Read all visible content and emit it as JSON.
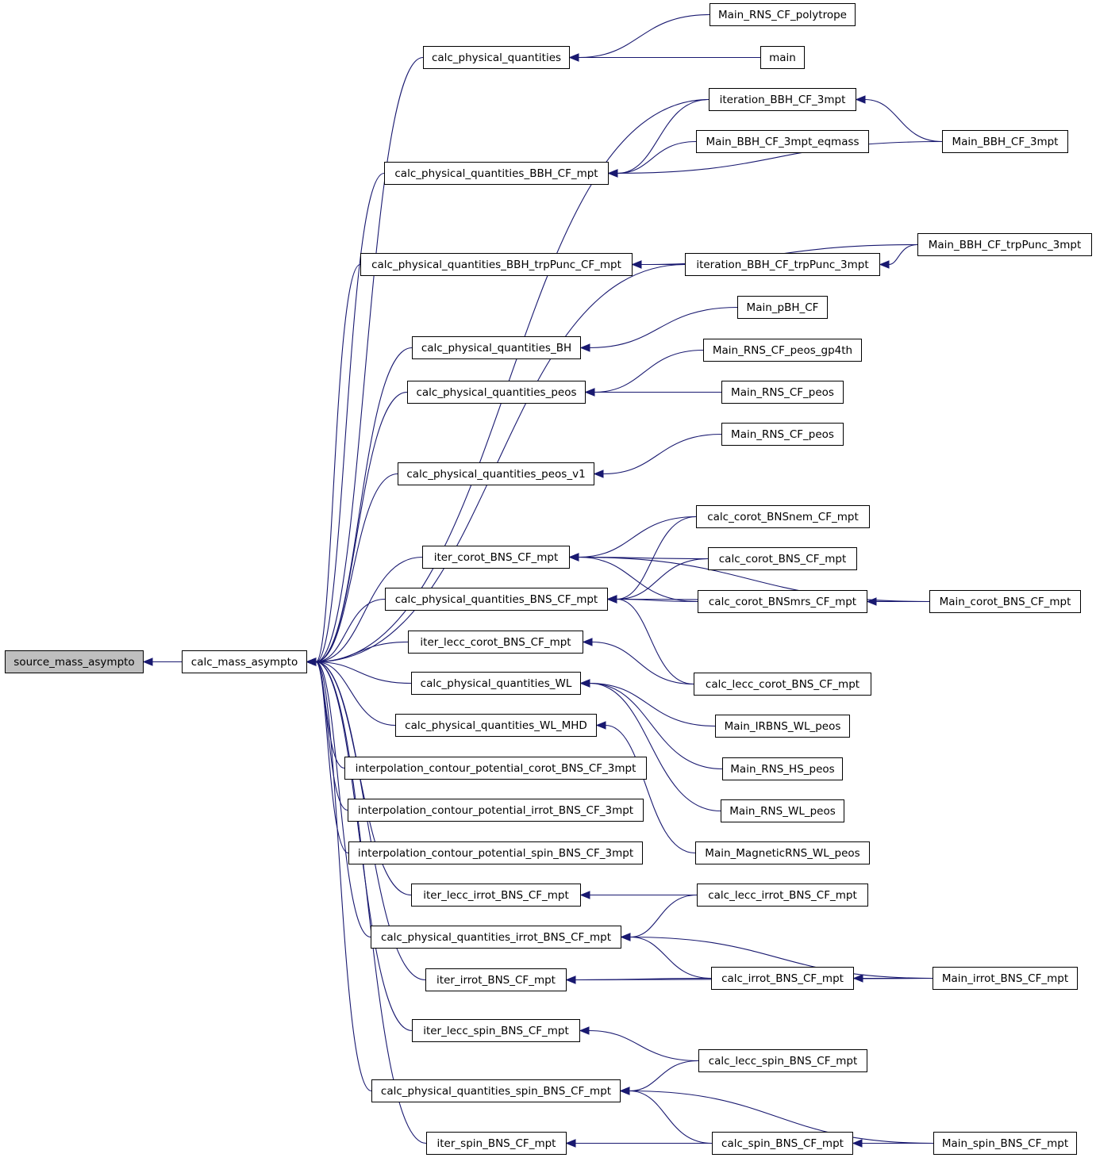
{
  "edge_color": "#191970",
  "root_fill": "#bfbfbf",
  "nodes": {
    "source_mass_asympto": "source_mass_asympto",
    "calc_mass_asympto": "calc_mass_asympto",
    "calc_physical_quantities": "calc_physical_quantities",
    "calc_physical_quantities_BBH_CF_mpt": "calc_physical_quantities_BBH_CF_mpt",
    "calc_physical_quantities_BBH_trpPunc_CF_mpt": "calc_physical_quantities_BBH_trpPunc_CF_mpt",
    "calc_physical_quantities_BH": "calc_physical_quantities_BH",
    "calc_physical_quantities_peos": "calc_physical_quantities_peos",
    "calc_physical_quantities_peos_v1": "calc_physical_quantities_peos_v1",
    "iter_corot_BNS_CF_mpt": "iter_corot_BNS_CF_mpt",
    "calc_physical_quantities_BNS_CF_mpt": "calc_physical_quantities_BNS_CF_mpt",
    "iter_lecc_corot_BNS_CF_mpt": "iter_lecc_corot_BNS_CF_mpt",
    "calc_physical_quantities_WL": "calc_physical_quantities_WL",
    "calc_physical_quantities_WL_MHD": "calc_physical_quantities_WL_MHD",
    "interpolation_contour_potential_corot_BNS_CF_3mpt": "interpolation_contour_potential_corot_BNS_CF_3mpt",
    "interpolation_contour_potential_irrot_BNS_CF_3mpt": "interpolation_contour_potential_irrot_BNS_CF_3mpt",
    "interpolation_contour_potential_spin_BNS_CF_3mpt": "interpolation_contour_potential_spin_BNS_CF_3mpt",
    "iter_lecc_irrot_BNS_CF_mpt": "iter_lecc_irrot_BNS_CF_mpt",
    "calc_physical_quantities_irrot_BNS_CF_mpt": "calc_physical_quantities_irrot_BNS_CF_mpt",
    "iter_irrot_BNS_CF_mpt": "iter_irrot_BNS_CF_mpt",
    "iter_lecc_spin_BNS_CF_mpt": "iter_lecc_spin_BNS_CF_mpt",
    "calc_physical_quantities_spin_BNS_CF_mpt": "calc_physical_quantities_spin_BNS_CF_mpt",
    "iter_spin_BNS_CF_mpt": "iter_spin_BNS_CF_mpt",
    "Main_RNS_CF_polytrope": "Main_RNS_CF_polytrope",
    "main": "main",
    "iteration_BBH_CF_3mpt": "iteration_BBH_CF_3mpt",
    "Main_BBH_CF_3mpt_eqmass": "Main_BBH_CF_3mpt_eqmass",
    "iteration_BBH_CF_trpPunc_3mpt": "iteration_BBH_CF_trpPunc_3mpt",
    "Main_pBH_CF": "Main_pBH_CF",
    "Main_RNS_CF_peos_gp4th": "Main_RNS_CF_peos_gp4th",
    "Main_RNS_CF_peos_a": "Main_RNS_CF_peos",
    "Main_RNS_CF_peos_b": "Main_RNS_CF_peos",
    "calc_corot_BNSnem_CF_mpt": "calc_corot_BNSnem_CF_mpt",
    "calc_corot_BNS_CF_mpt": "calc_corot_BNS_CF_mpt",
    "calc_corot_BNSmrs_CF_mpt": "calc_corot_BNSmrs_CF_mpt",
    "calc_lecc_corot_BNS_CF_mpt": "calc_lecc_corot_BNS_CF_mpt",
    "Main_IRBNS_WL_peos": "Main_IRBNS_WL_peos",
    "Main_RNS_HS_peos": "Main_RNS_HS_peos",
    "Main_RNS_WL_peos": "Main_RNS_WL_peos",
    "Main_MagneticRNS_WL_peos": "Main_MagneticRNS_WL_peos",
    "calc_lecc_irrot_BNS_CF_mpt": "calc_lecc_irrot_BNS_CF_mpt",
    "calc_irrot_BNS_CF_mpt": "calc_irrot_BNS_CF_mpt",
    "calc_lecc_spin_BNS_CF_mpt": "calc_lecc_spin_BNS_CF_mpt",
    "calc_spin_BNS_CF_mpt": "calc_spin_BNS_CF_mpt",
    "Main_BBH_CF_3mpt": "Main_BBH_CF_3mpt",
    "Main_BBH_CF_trpPunc_3mpt": "Main_BBH_CF_trpPunc_3mpt",
    "Main_corot_BNS_CF_mpt": "Main_corot_BNS_CF_mpt",
    "Main_irrot_BNS_CF_mpt": "Main_irrot_BNS_CF_mpt",
    "Main_spin_BNS_CF_mpt": "Main_spin_BNS_CF_mpt"
  },
  "edges": [
    [
      "calc_mass_asympto",
      "source_mass_asympto"
    ],
    [
      "calc_physical_quantities",
      "calc_mass_asympto"
    ],
    [
      "iteration_BBH_CF_3mpt",
      "calc_mass_asympto"
    ],
    [
      "calc_physical_quantities_BBH_CF_mpt",
      "calc_mass_asympto"
    ],
    [
      "calc_physical_quantities_BBH_trpPunc_CF_mpt",
      "calc_mass_asympto"
    ],
    [
      "iteration_BBH_CF_trpPunc_3mpt",
      "calc_mass_asympto"
    ],
    [
      "calc_physical_quantities_BH",
      "calc_mass_asympto"
    ],
    [
      "calc_physical_quantities_peos",
      "calc_mass_asympto"
    ],
    [
      "calc_physical_quantities_peos_v1",
      "calc_mass_asympto"
    ],
    [
      "iter_corot_BNS_CF_mpt",
      "calc_mass_asympto"
    ],
    [
      "calc_physical_quantities_BNS_CF_mpt",
      "calc_mass_asympto"
    ],
    [
      "iter_lecc_corot_BNS_CF_mpt",
      "calc_mass_asympto"
    ],
    [
      "calc_physical_quantities_WL",
      "calc_mass_asympto"
    ],
    [
      "calc_physical_quantities_WL_MHD",
      "calc_mass_asympto"
    ],
    [
      "interpolation_contour_potential_corot_BNS_CF_3mpt",
      "calc_mass_asympto"
    ],
    [
      "interpolation_contour_potential_irrot_BNS_CF_3mpt",
      "calc_mass_asympto"
    ],
    [
      "interpolation_contour_potential_spin_BNS_CF_3mpt",
      "calc_mass_asympto"
    ],
    [
      "iter_lecc_irrot_BNS_CF_mpt",
      "calc_mass_asympto"
    ],
    [
      "calc_physical_quantities_irrot_BNS_CF_mpt",
      "calc_mass_asympto"
    ],
    [
      "iter_irrot_BNS_CF_mpt",
      "calc_mass_asympto"
    ],
    [
      "iter_lecc_spin_BNS_CF_mpt",
      "calc_mass_asympto"
    ],
    [
      "calc_physical_quantities_spin_BNS_CF_mpt",
      "calc_mass_asympto"
    ],
    [
      "iter_spin_BNS_CF_mpt",
      "calc_mass_asympto"
    ],
    [
      "Main_RNS_CF_polytrope",
      "calc_physical_quantities"
    ],
    [
      "main",
      "calc_physical_quantities"
    ],
    [
      "iteration_BBH_CF_3mpt",
      "calc_physical_quantities_BBH_CF_mpt"
    ],
    [
      "Main_BBH_CF_3mpt_eqmass",
      "calc_physical_quantities_BBH_CF_mpt"
    ],
    [
      "Main_BBH_CF_3mpt",
      "calc_physical_quantities_BBH_CF_mpt"
    ],
    [
      "Main_BBH_CF_3mpt",
      "iteration_BBH_CF_3mpt"
    ],
    [
      "Main_BBH_CF_trpPunc_3mpt",
      "calc_physical_quantities_BBH_trpPunc_CF_mpt"
    ],
    [
      "iteration_BBH_CF_trpPunc_3mpt",
      "calc_physical_quantities_BBH_trpPunc_CF_mpt"
    ],
    [
      "Main_BBH_CF_trpPunc_3mpt",
      "iteration_BBH_CF_trpPunc_3mpt"
    ],
    [
      "Main_pBH_CF",
      "calc_physical_quantities_BH"
    ],
    [
      "Main_RNS_CF_peos_gp4th",
      "calc_physical_quantities_peos"
    ],
    [
      "Main_RNS_CF_peos_a",
      "calc_physical_quantities_peos"
    ],
    [
      "Main_RNS_CF_peos_b",
      "calc_physical_quantities_peos_v1"
    ],
    [
      "Main_corot_BNS_CF_mpt",
      "iter_corot_BNS_CF_mpt"
    ],
    [
      "calc_corot_BNSnem_CF_mpt",
      "iter_corot_BNS_CF_mpt"
    ],
    [
      "calc_corot_BNS_CF_mpt",
      "iter_corot_BNS_CF_mpt"
    ],
    [
      "calc_corot_BNSmrs_CF_mpt",
      "iter_corot_BNS_CF_mpt"
    ],
    [
      "calc_corot_BNSnem_CF_mpt",
      "calc_physical_quantities_BNS_CF_mpt"
    ],
    [
      "calc_corot_BNS_CF_mpt",
      "calc_physical_quantities_BNS_CF_mpt"
    ],
    [
      "calc_corot_BNSmrs_CF_mpt",
      "calc_physical_quantities_BNS_CF_mpt"
    ],
    [
      "Main_corot_BNS_CF_mpt",
      "calc_physical_quantities_BNS_CF_mpt"
    ],
    [
      "calc_lecc_corot_BNS_CF_mpt",
      "calc_physical_quantities_BNS_CF_mpt"
    ],
    [
      "Main_corot_BNS_CF_mpt",
      "calc_corot_BNSmrs_CF_mpt"
    ],
    [
      "calc_lecc_corot_BNS_CF_mpt",
      "iter_lecc_corot_BNS_CF_mpt"
    ],
    [
      "Main_IRBNS_WL_peos",
      "calc_physical_quantities_WL"
    ],
    [
      "Main_RNS_HS_peos",
      "calc_physical_quantities_WL"
    ],
    [
      "Main_RNS_WL_peos",
      "calc_physical_quantities_WL"
    ],
    [
      "Main_MagneticRNS_WL_peos",
      "calc_physical_quantities_WL_MHD"
    ],
    [
      "calc_lecc_irrot_BNS_CF_mpt",
      "iter_lecc_irrot_BNS_CF_mpt"
    ],
    [
      "calc_lecc_irrot_BNS_CF_mpt",
      "calc_physical_quantities_irrot_BNS_CF_mpt"
    ],
    [
      "calc_irrot_BNS_CF_mpt",
      "calc_physical_quantities_irrot_BNS_CF_mpt"
    ],
    [
      "Main_irrot_BNS_CF_mpt",
      "calc_physical_quantities_irrot_BNS_CF_mpt"
    ],
    [
      "calc_irrot_BNS_CF_mpt",
      "iter_irrot_BNS_CF_mpt"
    ],
    [
      "Main_irrot_BNS_CF_mpt",
      "iter_irrot_BNS_CF_mpt"
    ],
    [
      "Main_irrot_BNS_CF_mpt",
      "calc_irrot_BNS_CF_mpt"
    ],
    [
      "calc_lecc_spin_BNS_CF_mpt",
      "iter_lecc_spin_BNS_CF_mpt"
    ],
    [
      "calc_lecc_spin_BNS_CF_mpt",
      "calc_physical_quantities_spin_BNS_CF_mpt"
    ],
    [
      "calc_spin_BNS_CF_mpt",
      "calc_physical_quantities_spin_BNS_CF_mpt"
    ],
    [
      "Main_spin_BNS_CF_mpt",
      "calc_physical_quantities_spin_BNS_CF_mpt"
    ],
    [
      "calc_spin_BNS_CF_mpt",
      "iter_spin_BNS_CF_mpt"
    ],
    [
      "Main_spin_BNS_CF_mpt",
      "iter_spin_BNS_CF_mpt"
    ],
    [
      "Main_spin_BNS_CF_mpt",
      "calc_spin_BNS_CF_mpt"
    ]
  ]
}
